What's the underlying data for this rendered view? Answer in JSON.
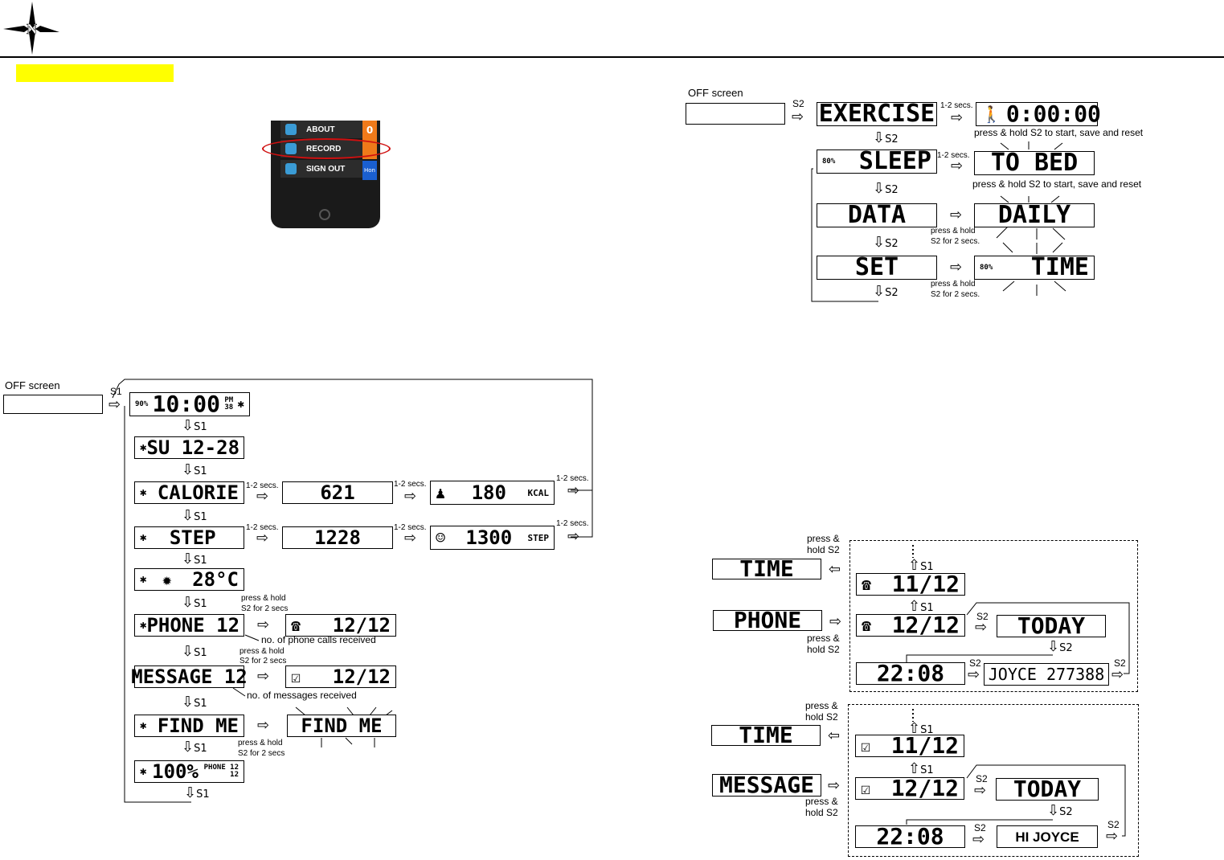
{
  "phone_menu": {
    "items": [
      "ABOUT",
      "RECORD",
      "SIGN OUT"
    ],
    "side_tab": "0",
    "side_tab2": "Hon"
  },
  "left_flow": {
    "off_label": "OFF screen",
    "s1": "S1",
    "lcd_time": {
      "battery": "90%",
      "time": "10:00",
      "ampm": "PM",
      "sec": "38"
    },
    "lcd_date": "SU  12-28",
    "lcd_calorie": "CALORIE",
    "lcd_calorie_val": "621",
    "lcd_calorie_goal": "180",
    "lcd_calorie_unit": "KCAL",
    "lcd_step": "STEP",
    "lcd_step_val": "1228",
    "lcd_step_goal": "1300",
    "lcd_step_unit": "STEP",
    "lcd_temp": "28°C",
    "lcd_phone": "PHONE 12",
    "lcd_phone_val": "12/12",
    "lcd_message": "MESSAGE 12",
    "lcd_message_val": "12/12",
    "lcd_findme": "FIND ME",
    "lcd_findme_flash": "FIND ME",
    "lcd_battery": "100%",
    "lcd_battery_phone": "PHONE 12",
    "lcd_battery_msg": "12",
    "secs": "1-2 secs.",
    "hold_s2_line1": "press & hold",
    "hold_s2_line2": "S2 for 2 secs",
    "note_calls": "no. of phone calls received",
    "note_msgs": "no. of messages received"
  },
  "right_flow": {
    "off_label": "OFF screen",
    "s2": "S2",
    "exercise": "EXERCISE",
    "exercise_timer": "0:00:00",
    "sleep": "SLEEP",
    "sleep_battery": "80%",
    "to_bed": "TO BED",
    "data": "DATA",
    "daily": "DAILY",
    "set": "SET",
    "time_battery": "80%",
    "time": "TIME",
    "secs": "1-2 secs.",
    "note_start": "press & hold S2 to start, save and reset",
    "hold_line1": "press & hold",
    "hold_line2": "S2 for 2 secs."
  },
  "phone_panel": {
    "time": "TIME",
    "phone": "PHONE",
    "date1": "11/12",
    "date2": "12/12",
    "today": "TODAY",
    "clock": "22:08",
    "caller": "JOYCE 277388",
    "press1": "press &",
    "press2": "hold S2",
    "s1": "S1",
    "s2": "S2"
  },
  "message_panel": {
    "time": "TIME",
    "message": "MESSAGE",
    "date1": "11/12",
    "date2": "12/12",
    "today": "TODAY",
    "clock": "22:08",
    "text": "HI JOYCE",
    "press1": "press &",
    "press2": "hold S2",
    "s1": "S1",
    "s2": "S2"
  },
  "colors": {
    "highlight": "#ffff00",
    "oval": "#d01010"
  }
}
